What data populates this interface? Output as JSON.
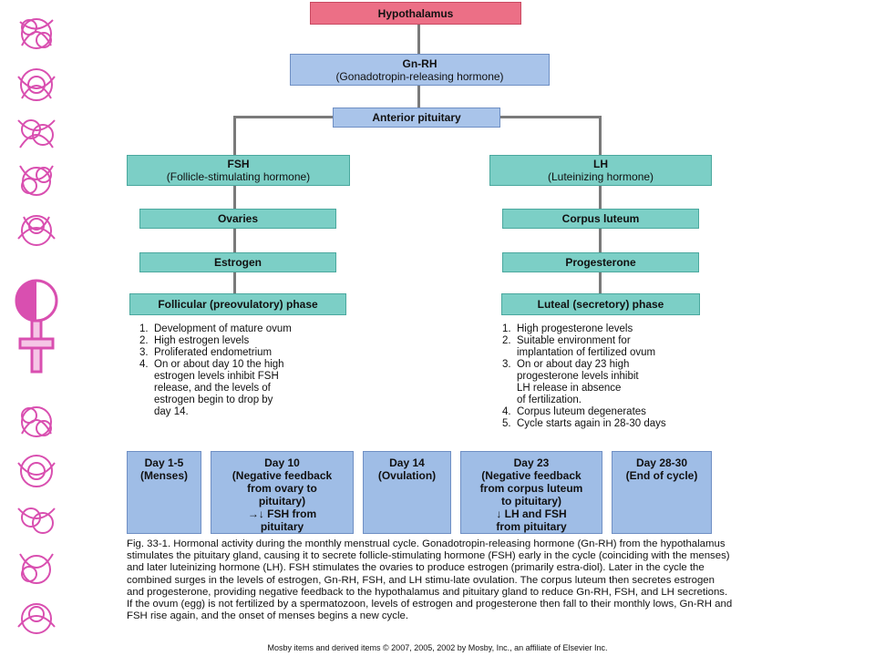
{
  "flowchart": {
    "hypothalamus": "Hypothalamus",
    "gnrh": {
      "title": "Gn-RH",
      "subtitle": "(Gonadotropin-releasing hormone)"
    },
    "anterior_pituitary": "Anterior pituitary",
    "fsh": {
      "title": "FSH",
      "subtitle": "(Follicle-stimulating hormone)"
    },
    "lh": {
      "title": "LH",
      "subtitle": "(Luteinizing hormone)"
    },
    "ovaries": "Ovaries",
    "estrogen": "Estrogen",
    "follicular_phase": "Follicular (preovulatory) phase",
    "corpus_luteum": "Corpus luteum",
    "progesterone": "Progesterone",
    "luteal_phase": "Luteal (secretory) phase"
  },
  "follicular_list": [
    {
      "num": "1.",
      "lines": [
        "Development of mature ovum"
      ]
    },
    {
      "num": "2.",
      "lines": [
        "High estrogen levels"
      ]
    },
    {
      "num": "3.",
      "lines": [
        "Proliferated endometrium"
      ]
    },
    {
      "num": "4.",
      "lines": [
        "On or about day 10 the high",
        "estrogen levels inhibit FSH",
        "release, and the levels of",
        "estrogen begin to drop by",
        "day 14."
      ]
    }
  ],
  "luteal_list": [
    {
      "num": "1.",
      "lines": [
        "High progesterone levels"
      ]
    },
    {
      "num": "2.",
      "lines": [
        "Suitable environment for",
        "implantation of fertilized ovum"
      ]
    },
    {
      "num": "3.",
      "lines": [
        "On or about day 23 high",
        "progesterone levels inhibit",
        "LH release in absence",
        "of fertilization."
      ]
    },
    {
      "num": "4.",
      "lines": [
        "Corpus luteum degenerates"
      ]
    },
    {
      "num": "5.",
      "lines": [
        "Cycle starts again in 28-30 days"
      ]
    }
  ],
  "days": [
    {
      "lines": [
        "Day 1-5",
        "(Menses)"
      ]
    },
    {
      "lines": [
        "Day 10",
        "(Negative feedback",
        "from ovary to",
        "pituitary)",
        "→↓ FSH from",
        "pituitary"
      ]
    },
    {
      "lines": [
        "Day 14",
        "(Ovulation)"
      ]
    },
    {
      "lines": [
        "Day 23",
        "(Negative feedback",
        "from corpus luteum",
        "to pituitary)",
        "↓ LH and FSH",
        "from pituitary"
      ]
    },
    {
      "lines": [
        "Day 28-30",
        "(End of cycle)"
      ]
    }
  ],
  "caption": "Fig. 33-1. Hormonal activity during the monthly menstrual cycle. Gonadotropin-releasing hormone (Gn-RH) from the hypothalamus stimulates the pituitary gland, causing it to secrete follicle-stimulating hormone (FSH) early in the cycle (coinciding with the menses) and later luteinizing hormone (LH). FSH stimulates the ovaries to produce estrogen (primarily estra-diol). Later in the cycle the combined surges in the levels of estrogen, Gn-RH, FSH, and LH stimu-late ovulation. The corpus luteum then secretes estrogen and progesterone, providing negative feedback to the hypothalamus and pituitary gland to reduce Gn-RH, FSH, and LH secretions. If the ovum (egg) is not fertilized by a spermatozoon, levels of estrogen and progesterone then fall to their monthly lows, Gn-RH and FSH rise again, and the onset of menses begins a new cycle.",
  "copyright": "Mosby items and derived items © 2007, 2005, 2002 by Mosby, Inc., an affiliate of Elsevier Inc.",
  "colors": {
    "hypothalamus": "#ec6f86",
    "pituitary": "#a9c4ea",
    "hormone": "#7ccfc6",
    "day_box": "#9fbde6",
    "decoration": "#d94fb0"
  },
  "decorations": [
    "floral-ornament",
    "female-symbol"
  ]
}
